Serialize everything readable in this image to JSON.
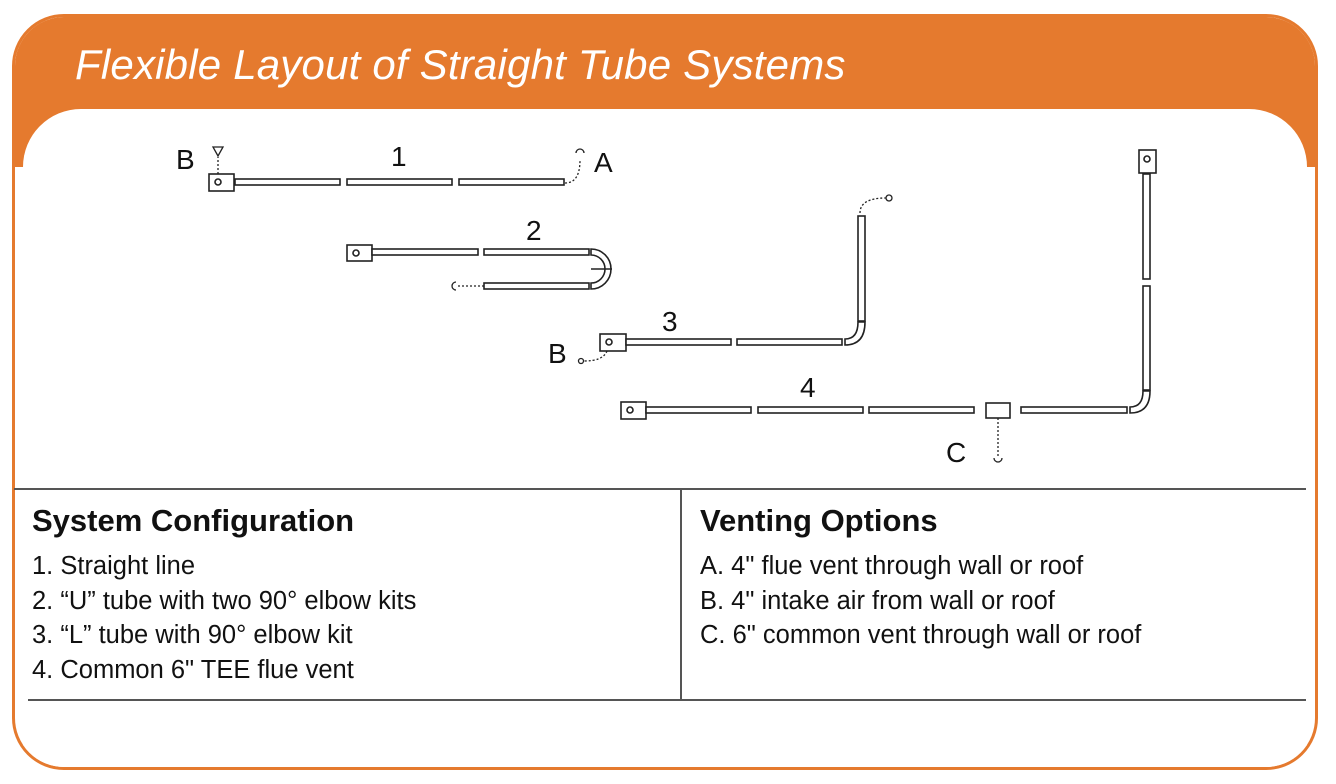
{
  "title": "Flexible Layout of Straight Tube Systems",
  "colors": {
    "accent": "#E57A2E",
    "line": "#222222",
    "text": "#111111",
    "background": "#ffffff"
  },
  "diagram": {
    "labels": {
      "config_1": "1",
      "config_2": "2",
      "config_3": "3",
      "config_4": "4",
      "vent_a": "A",
      "vent_b_1": "B",
      "vent_b_3": "B",
      "vent_c": "C"
    }
  },
  "system_configuration": {
    "heading": "System Configuration",
    "items": [
      "1. Straight line",
      "2. “U” tube with two 90° elbow kits",
      "3. “L” tube with 90° elbow kit",
      "4. Common 6\" TEE flue vent"
    ]
  },
  "venting_options": {
    "heading": "Venting Options",
    "items": [
      "A. 4\" flue vent through wall or roof",
      "B. 4\" intake air from wall or roof",
      "C. 6\" common vent through wall or roof"
    ]
  }
}
